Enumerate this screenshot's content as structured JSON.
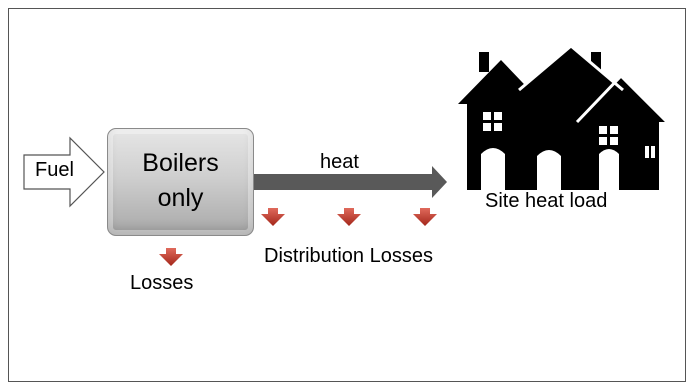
{
  "diagram": {
    "fuel_label": "Fuel",
    "boiler_line1": "Boilers",
    "boiler_line2": "only",
    "heat_label": "heat",
    "site_label": "Site heat load",
    "distribution_label": "Distribution Losses",
    "losses_label": "Losses"
  },
  "colors": {
    "loss_arrow": "#c0392b",
    "heat_arrow": "#595959",
    "box_fill": "#cccccc"
  }
}
